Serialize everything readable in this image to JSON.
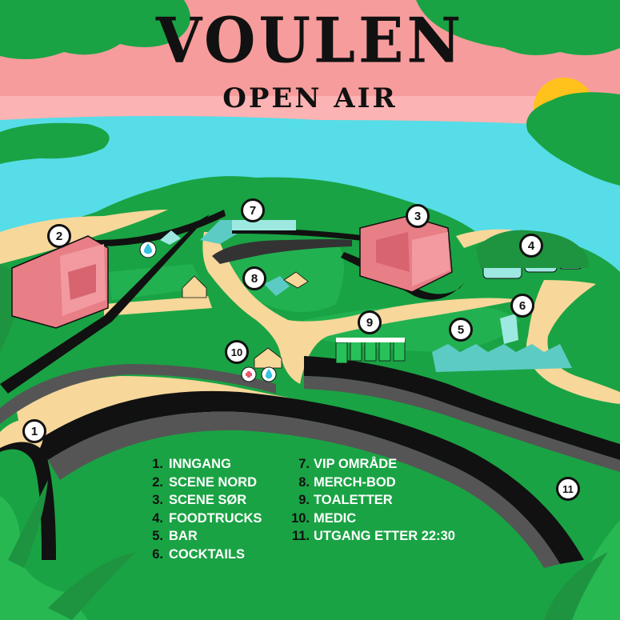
{
  "title": {
    "logo": "VOULEN",
    "subtitle": "OPEN AIR"
  },
  "colors": {
    "sky": "#f79c9c",
    "sun": "#ffc21c",
    "water": "#56dde8",
    "grass": "#1aa344",
    "grass_light": "#22b150",
    "sand": "#f7d79a",
    "road": "#111111",
    "stage": "#e87e86",
    "tent": "#5ccbc4"
  },
  "markers": [
    {
      "id": "1",
      "label": "1"
    },
    {
      "id": "2",
      "label": "2"
    },
    {
      "id": "3",
      "label": "3"
    },
    {
      "id": "4",
      "label": "4"
    },
    {
      "id": "5",
      "label": "5"
    },
    {
      "id": "6",
      "label": "6"
    },
    {
      "id": "7",
      "label": "7"
    },
    {
      "id": "8",
      "label": "8"
    },
    {
      "id": "9",
      "label": "9"
    },
    {
      "id": "10",
      "label": "10"
    },
    {
      "id": "11",
      "label": "11"
    }
  ],
  "legend_left": [
    {
      "num": "1.",
      "label": "INNGANG"
    },
    {
      "num": "2.",
      "label": "SCENE NORD"
    },
    {
      "num": "3.",
      "label": "SCENE SØR"
    },
    {
      "num": "4.",
      "label": "FOODTRUCKS"
    },
    {
      "num": "5.",
      "label": "BAR"
    },
    {
      "num": "6.",
      "label": "COCKTAILS"
    }
  ],
  "legend_right": [
    {
      "num": "7.",
      "label": "VIP OMRÅDE"
    },
    {
      "num": "8.",
      "label": "MERCH-BOD"
    },
    {
      "num": "9.",
      "label": "TOALETTER"
    },
    {
      "num": "10.",
      "label": "MEDIC"
    },
    {
      "num": "11.",
      "label": "UTGANG ETTER 22:30"
    }
  ],
  "icons": [
    "water-drop-icon",
    "medic-cross-icon"
  ]
}
